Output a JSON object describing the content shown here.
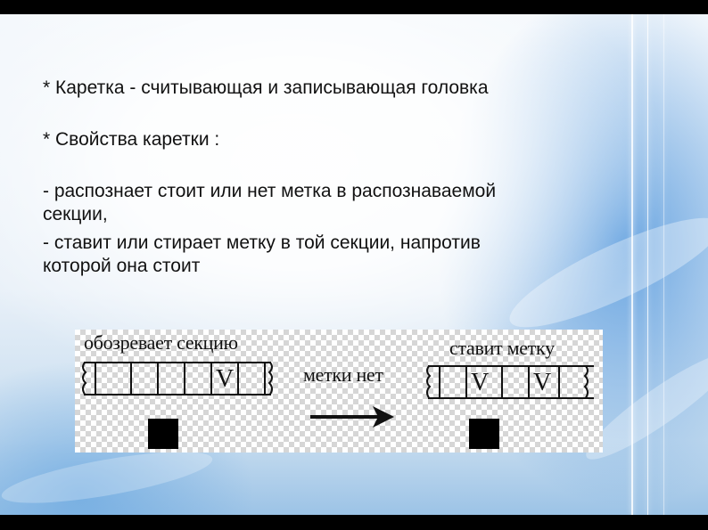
{
  "slide": {
    "line1": "* Каретка - считывающая и записывающая головка",
    "line2": "* Свойства каретки :",
    "line3a": "- распознает стоит или нет метка в распознаваемой",
    "line3b": "секции,",
    "line4a": "- ставит или стирает метку в той секции, напротив",
    "line4b": "которой она стоит"
  },
  "figure": {
    "left_label": "обозревает секцию",
    "middle_label": "метки нет",
    "right_label": "ставит метку",
    "mark_symbol": "V"
  },
  "colors": {
    "text": "#111111",
    "background_accent": "#5b9bd8"
  }
}
